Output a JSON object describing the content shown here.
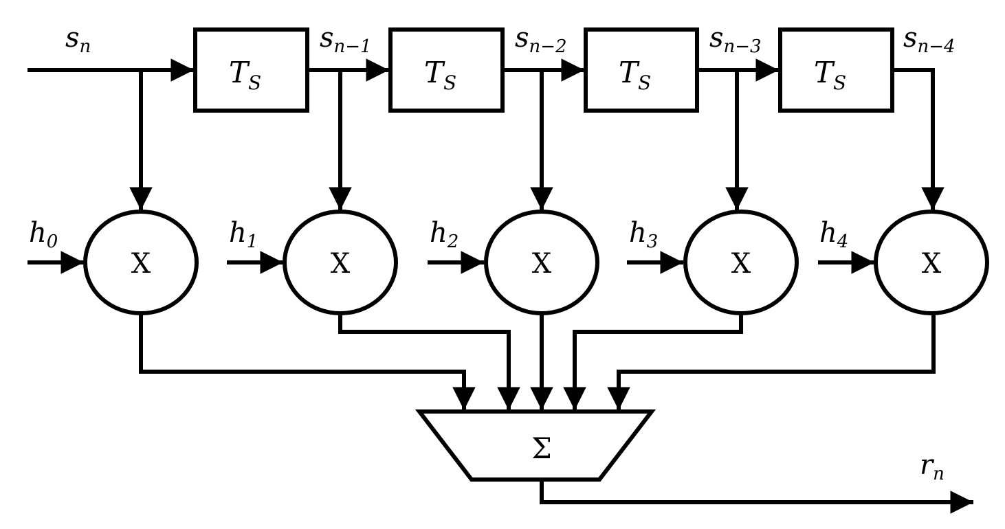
{
  "diagram": {
    "input_signal": {
      "base": "s",
      "sub": "n"
    },
    "output_signal": {
      "base": "r",
      "sub": "n"
    },
    "delay_label": {
      "base": "T",
      "sub": "S"
    },
    "multiplier_symbol": "X",
    "summation_symbol": "Σ",
    "delay_outputs": [
      {
        "base": "s",
        "sub": "n−1"
      },
      {
        "base": "s",
        "sub": "n−2"
      },
      {
        "base": "s",
        "sub": "n−3"
      },
      {
        "base": "s",
        "sub": "n−4"
      }
    ],
    "coefficients": [
      {
        "base": "h",
        "sub": "0"
      },
      {
        "base": "h",
        "sub": "1"
      },
      {
        "base": "h",
        "sub": "2"
      },
      {
        "base": "h",
        "sub": "3"
      },
      {
        "base": "h",
        "sub": "4"
      }
    ]
  }
}
